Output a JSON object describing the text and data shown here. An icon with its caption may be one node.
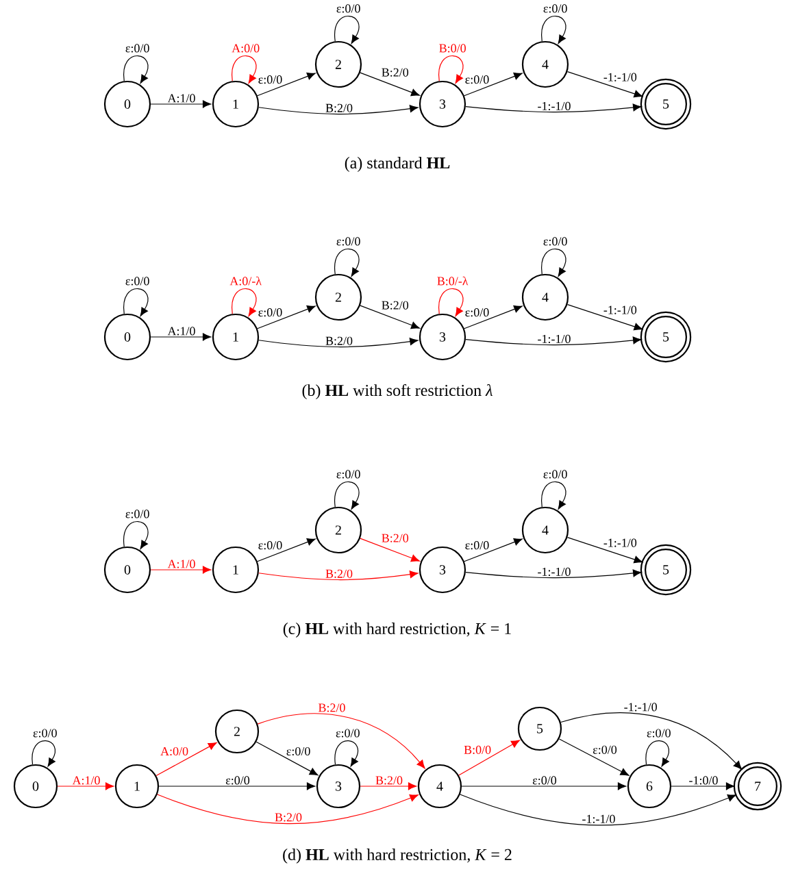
{
  "diagram": {
    "nodes": [
      {
        "text": [
          "0"
        ]
      },
      {
        "text": [
          "1"
        ]
      },
      {
        "text": [
          "2"
        ]
      },
      {
        "text": [
          "3"
        ]
      },
      {
        "text": [
          "4"
        ]
      },
      {
        "text": [
          "5"
        ]
      },
      {
        "text": [
          "0"
        ]
      },
      {
        "text": [
          "1"
        ]
      },
      {
        "text": [
          "2"
        ]
      },
      {
        "text": [
          "3"
        ]
      },
      {
        "text": [
          "4"
        ]
      },
      {
        "text": [
          "5"
        ]
      },
      {
        "text": [
          "0"
        ]
      },
      {
        "text": [
          "1"
        ]
      },
      {
        "text": [
          "2"
        ]
      },
      {
        "text": [
          "3"
        ]
      },
      {
        "text": [
          "4"
        ]
      },
      {
        "text": [
          "5"
        ]
      },
      {
        "text": [
          "0"
        ]
      },
      {
        "text": [
          "1"
        ]
      },
      {
        "text": [
          "2"
        ]
      },
      {
        "text": [
          "3"
        ]
      },
      {
        "text": [
          "4"
        ]
      },
      {
        "text": [
          "5"
        ]
      },
      {
        "text": [
          "6"
        ]
      },
      {
        "text": [
          "7"
        ]
      }
    ],
    "edges": [
      {
        "from": 0,
        "to": 0,
        "arrow": "to",
        "label": "ε:0/0"
      },
      {
        "from": 0,
        "to": 1,
        "arrow": "to",
        "label": "A:1/0"
      },
      {
        "from": 1,
        "to": 1,
        "arrow": "to",
        "label": "A:0/0",
        "color": "#ff0000"
      },
      {
        "from": 1,
        "to": 2,
        "arrow": "to",
        "label": "ε:0/0"
      },
      {
        "from": 1,
        "to": 3,
        "arrow": "to",
        "label": "B:2/0"
      },
      {
        "from": 2,
        "to": 2,
        "arrow": "to",
        "label": "ε:0/0"
      },
      {
        "from": 2,
        "to": 3,
        "arrow": "to",
        "label": "B:2/0"
      },
      {
        "from": 3,
        "to": 3,
        "arrow": "to",
        "label": "B:0/0",
        "color": "#ff0000"
      },
      {
        "from": 3,
        "to": 4,
        "arrow": "to",
        "label": "ε:0/0"
      },
      {
        "from": 3,
        "to": 5,
        "arrow": "to",
        "label": "-1:-1/0"
      },
      {
        "from": 4,
        "to": 4,
        "arrow": "to",
        "label": "ε:0/0"
      },
      {
        "from": 4,
        "to": 5,
        "arrow": "to",
        "label": "-1:-1/0"
      },
      {
        "from": 6,
        "to": 6,
        "arrow": "to",
        "label": "ε:0/0"
      },
      {
        "from": 6,
        "to": 7,
        "arrow": "to",
        "label": "A:1/0"
      },
      {
        "from": 7,
        "to": 7,
        "arrow": "to",
        "label": "A:0/-λ",
        "color": "#ff0000"
      },
      {
        "from": 7,
        "to": 8,
        "arrow": "to",
        "label": "ε:0/0"
      },
      {
        "from": 7,
        "to": 9,
        "arrow": "to",
        "label": "B:2/0"
      },
      {
        "from": 8,
        "to": 8,
        "arrow": "to",
        "label": "ε:0/0"
      },
      {
        "from": 8,
        "to": 9,
        "arrow": "to",
        "label": "B:2/0"
      },
      {
        "from": 9,
        "to": 9,
        "arrow": "to",
        "label": "B:0/-λ",
        "color": "#ff0000"
      },
      {
        "from": 9,
        "to": 10,
        "arrow": "to",
        "label": "ε:0/0"
      },
      {
        "from": 9,
        "to": 11,
        "arrow": "to",
        "label": "-1:-1/0"
      },
      {
        "from": 10,
        "to": 10,
        "arrow": "to",
        "label": "ε:0/0"
      },
      {
        "from": 10,
        "to": 11,
        "arrow": "to",
        "label": "-1:-1/0"
      },
      {
        "from": 12,
        "to": 12,
        "arrow": "to",
        "label": "ε:0/0"
      },
      {
        "from": 12,
        "to": 13,
        "arrow": "to",
        "label": "A:1/0",
        "color": "#ff0000"
      },
      {
        "from": 13,
        "to": 14,
        "arrow": "to",
        "label": "ε:0/0"
      },
      {
        "from": 13,
        "to": 15,
        "arrow": "to",
        "label": "B:2/0",
        "color": "#ff0000"
      },
      {
        "from": 14,
        "to": 14,
        "arrow": "to",
        "label": "ε:0/0"
      },
      {
        "from": 14,
        "to": 15,
        "arrow": "to",
        "label": "B:2/0",
        "color": "#ff0000"
      },
      {
        "from": 15,
        "to": 16,
        "arrow": "to",
        "label": "ε:0/0"
      },
      {
        "from": 15,
        "to": 17,
        "arrow": "to",
        "label": "-1:-1/0"
      },
      {
        "from": 16,
        "to": 16,
        "arrow": "to",
        "label": "ε:0/0"
      },
      {
        "from": 16,
        "to": 17,
        "arrow": "to",
        "label": "-1:-1/0"
      },
      {
        "from": 18,
        "to": 18,
        "arrow": "to",
        "label": "ε:0/0"
      },
      {
        "from": 18,
        "to": 19,
        "arrow": "to",
        "label": "A:1/0",
        "color": "#ff0000"
      },
      {
        "from": 19,
        "to": 20,
        "arrow": "to",
        "label": "A:0/0",
        "color": "#ff0000"
      },
      {
        "from": 19,
        "to": 21,
        "arrow": "to",
        "label": "ε:0/0"
      },
      {
        "from": 19,
        "to": 22,
        "arrow": "to",
        "label": "B:2/0",
        "color": "#ff0000"
      },
      {
        "from": 20,
        "to": 22,
        "arrow": "to",
        "label": "B:2/0",
        "color": "#ff0000"
      },
      {
        "from": 20,
        "to": 21,
        "arrow": "to",
        "label": "ε:0/0"
      },
      {
        "from": 21,
        "to": 21,
        "arrow": "to",
        "label": "ε:0/0"
      },
      {
        "from": 21,
        "to": 22,
        "arrow": "to",
        "label": "B:2/0",
        "color": "#ff0000"
      },
      {
        "from": 22,
        "to": 23,
        "arrow": "to",
        "label": "B:0/0",
        "color": "#ff0000"
      },
      {
        "from": 22,
        "to": 24,
        "arrow": "to",
        "label": "ε:0/0"
      },
      {
        "from": 22,
        "to": 25,
        "arrow": "to",
        "label": "-1:-1/0"
      },
      {
        "from": 23,
        "to": 24,
        "arrow": "to",
        "label": "ε:0/0"
      },
      {
        "from": 23,
        "to": 25,
        "arrow": "to",
        "label": "-1:-1/0"
      },
      {
        "from": 24,
        "to": 24,
        "arrow": "to",
        "label": "ε:0/0"
      },
      {
        "from": 24,
        "to": 25,
        "arrow": "to",
        "label": "-1:0/0"
      }
    ],
    "labels": [
      "(a) standard **HL**",
      "(b) **HL** with soft restriction *λ*",
      "(c) **HL** with hard restriction, *K* = 1",
      "(d) **HL** with hard restriction, *K* = 2"
    ]
  }
}
